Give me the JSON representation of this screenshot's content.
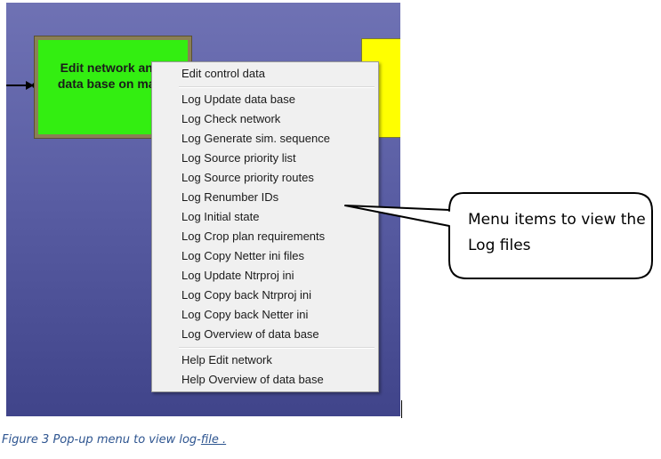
{
  "canvas": {
    "green_box_label": "Edit network and data base on map"
  },
  "context_menu": {
    "items": [
      {
        "label": "Edit control data"
      },
      {
        "label": "Log Update data base"
      },
      {
        "label": "Log Check network"
      },
      {
        "label": "Log Generate sim. sequence"
      },
      {
        "label": "Log Source priority list"
      },
      {
        "label": "Log Source priority routes"
      },
      {
        "label": "Log Renumber IDs"
      },
      {
        "label": "Log Initial state"
      },
      {
        "label": "Log Crop plan requirements"
      },
      {
        "label": "Log Copy Netter ini files"
      },
      {
        "label": "Log Update Ntrproj ini"
      },
      {
        "label": "Log Copy back Ntrproj ini"
      },
      {
        "label": "Log Copy back Netter ini"
      },
      {
        "label": "Log Overview of data base"
      },
      {
        "label": "Help Edit network"
      },
      {
        "label": "Help Overview of data base"
      }
    ]
  },
  "callout": {
    "text": "Menu items to view the Log files"
  },
  "caption": {
    "text": "Figure 3 Pop-up menu to view log-",
    "link_text": "file ."
  },
  "colors": {
    "canvas_top": "#6f72b4",
    "canvas_bottom": "#40448a",
    "green_box": "#33ee11",
    "yellow_box": "#ffff00",
    "menu_background": "#f0f0f0",
    "caption": "#2e5590"
  }
}
